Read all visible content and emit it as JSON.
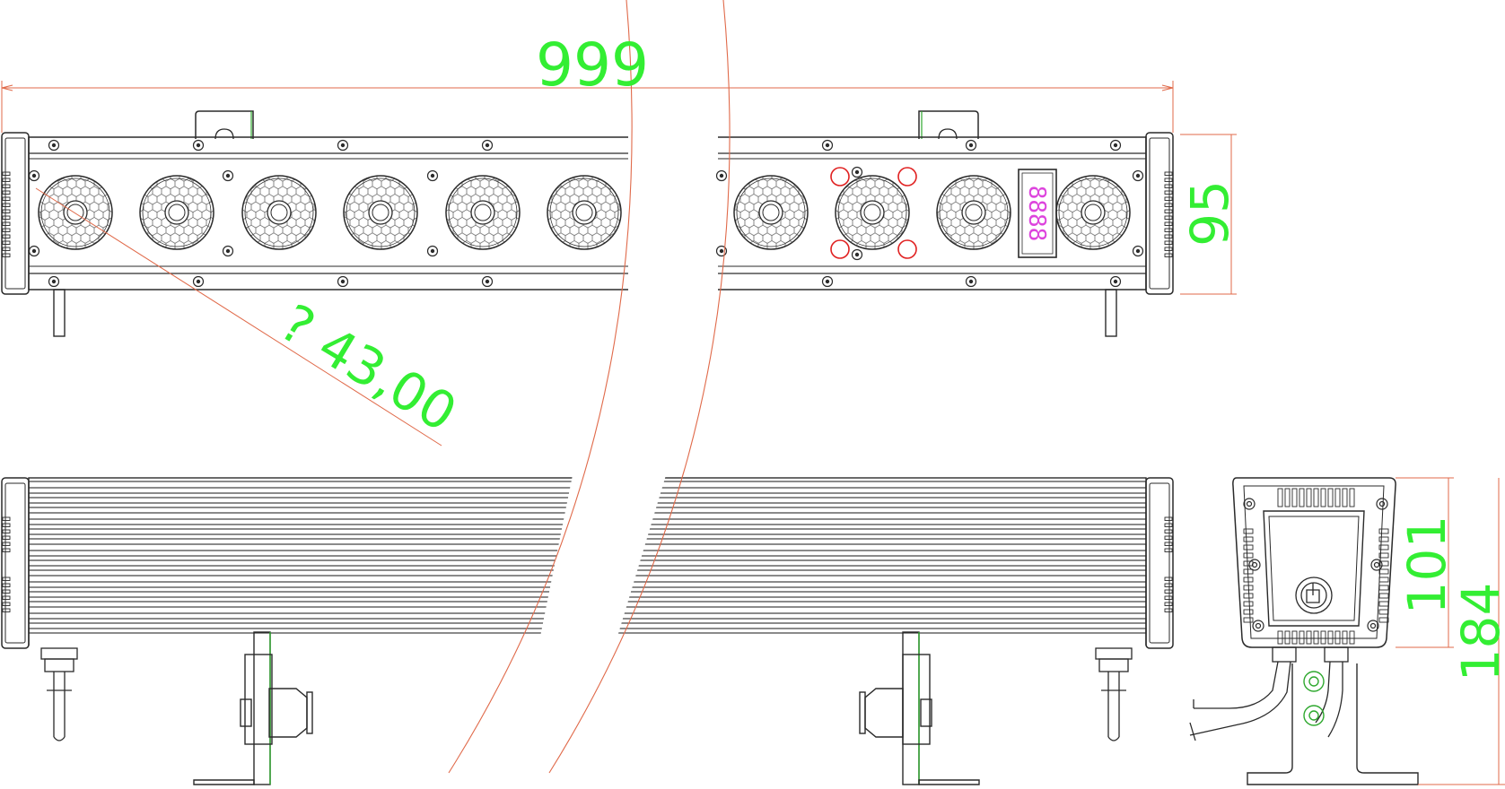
{
  "dimensions": {
    "length": "999",
    "height_front": "95",
    "lens_diameter": "? 43,00",
    "depth_side": "101",
    "height_total": "184"
  },
  "display": {
    "digits": "8888"
  },
  "colors": {
    "outline": "#2a2a2a",
    "dimension_line": "#e06a4a",
    "dimension_text": "#33ee33",
    "display_text": "#dd44dd",
    "highlight_ring": "#e02020",
    "green_mark": "#2ea82e"
  },
  "icons": {
    "lens": "honeycomb-lens-icon",
    "screw": "screw-icon",
    "display": "led-display-icon",
    "cable_gland": "cable-gland-icon"
  }
}
